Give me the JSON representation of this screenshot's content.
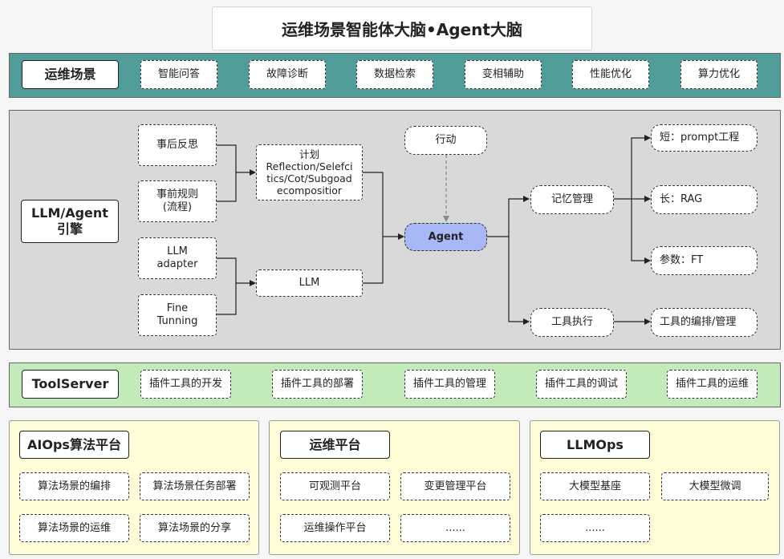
{
  "title": "运维场景智能体大脑•Agent大脑",
  "scenario": {
    "label": "运维场景",
    "items": [
      "智能问答",
      "故障诊断",
      "数据检索",
      "变相辅助",
      "性能优化",
      "算力优化"
    ]
  },
  "engine": {
    "label": "LLM/Agent\n引擎",
    "reflect": "事后反思",
    "rules": "事前规则\n(流程)",
    "plan": "计划\nReflection/Selefci\ntics/Cot/Subgoad\necompositior",
    "llm_adapter": "LLM\nadapter",
    "fine_tuning": "Fine\nTunning",
    "llm": "LLM",
    "action": "行动",
    "agent": "Agent",
    "memory": "记忆管理",
    "tool_exec": "工具执行",
    "short": "短：prompt工程",
    "long": "长：RAG",
    "param": "参数：FT",
    "tool_orch": "工具的编排/管理"
  },
  "toolserver": {
    "label": "ToolServer",
    "items": [
      "插件工具的开发",
      "插件工具的部署",
      "插件工具的管理",
      "插件工具的调试",
      "插件工具的运维"
    ]
  },
  "platforms": [
    {
      "label": "AIOps算法平台",
      "items": [
        "算法场景的编排",
        "算法场景任务部署",
        "算法场景的运维",
        "算法场景的分享"
      ]
    },
    {
      "label": "运维平台",
      "items": [
        "可观测平台",
        "变更管理平台",
        "运维操作平台",
        "......"
      ]
    },
    {
      "label": "LLMOps",
      "items": [
        "大模型基座",
        "大模型微调",
        "......"
      ]
    }
  ]
}
